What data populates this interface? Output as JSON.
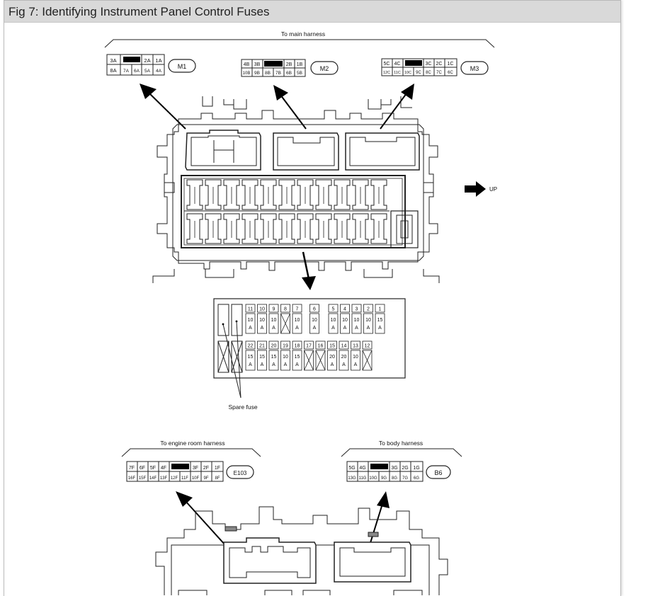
{
  "figure": {
    "title": "Fig 7: Identifying Instrument Panel Control Fuses"
  },
  "labels": {
    "to_main_harness": "To main harness",
    "up": "UP",
    "spare_fuse": "Spare fuse",
    "to_engine_room_harness": "To engine room harness",
    "to_body_harness": "To body harness"
  },
  "connectors": {
    "m1": {
      "id": "M1",
      "top": [
        "3A",
        "",
        "2A",
        "1A"
      ],
      "bottom": [
        "8A",
        "7A",
        "6A",
        "5A",
        "4A"
      ]
    },
    "m2": {
      "id": "M2",
      "top": [
        "4B",
        "3B",
        "",
        "2B",
        "1B"
      ],
      "bottom": [
        "10B",
        "9B",
        "8B",
        "7B",
        "6B",
        "5B"
      ]
    },
    "m3": {
      "id": "M3",
      "top": [
        "5C",
        "4C",
        "",
        "3C",
        "2C",
        "1C"
      ],
      "bottom": [
        "12C",
        "11C",
        "10C",
        "9C",
        "8C",
        "7C",
        "6C"
      ]
    },
    "e103": {
      "id": "E103",
      "top": [
        "7F",
        "6F",
        "5F",
        "4F",
        "",
        "3F",
        "2F",
        "1F"
      ],
      "bottom": [
        "16F",
        "15F",
        "14F",
        "13F",
        "12F",
        "11F",
        "10F",
        "9F",
        "8F"
      ]
    },
    "b6": {
      "id": "B6",
      "top": [
        "5G",
        "4G",
        "",
        "3G",
        "2G",
        "1G"
      ],
      "bottom": [
        "13G",
        "11G",
        "10G",
        "9G",
        "8G",
        "7G",
        "6G"
      ]
    }
  },
  "fuses": {
    "top_row": [
      {
        "no": "11",
        "amp": "10",
        "unit": "A"
      },
      {
        "no": "10",
        "amp": "10",
        "unit": "A"
      },
      {
        "no": "9",
        "amp": "10",
        "unit": "A"
      },
      {
        "no": "8",
        "amp": "",
        "unit": "",
        "empty": true
      },
      {
        "no": "7",
        "amp": "10",
        "unit": "A"
      },
      {
        "no": "6",
        "amp": "10",
        "unit": "A"
      },
      {
        "no": "5",
        "amp": "10",
        "unit": "A"
      },
      {
        "no": "4",
        "amp": "10",
        "unit": "A"
      },
      {
        "no": "3",
        "amp": "10",
        "unit": "A"
      },
      {
        "no": "2",
        "amp": "10",
        "unit": "A"
      },
      {
        "no": "1",
        "amp": "15",
        "unit": "A"
      }
    ],
    "bottom_row": [
      {
        "no": "22",
        "amp": "15",
        "unit": "A"
      },
      {
        "no": "21",
        "amp": "15",
        "unit": "A"
      },
      {
        "no": "20",
        "amp": "15",
        "unit": "A"
      },
      {
        "no": "19",
        "amp": "10",
        "unit": "A"
      },
      {
        "no": "18",
        "amp": "15",
        "unit": "A"
      },
      {
        "no": "17",
        "amp": "",
        "unit": "",
        "empty": true
      },
      {
        "no": "16",
        "amp": "",
        "unit": "",
        "empty": true
      },
      {
        "no": "15",
        "amp": "20",
        "unit": "A"
      },
      {
        "no": "14",
        "amp": "20",
        "unit": "A"
      },
      {
        "no": "13",
        "amp": "10",
        "unit": "A"
      },
      {
        "no": "12",
        "amp": "",
        "unit": "",
        "empty": true
      }
    ]
  }
}
